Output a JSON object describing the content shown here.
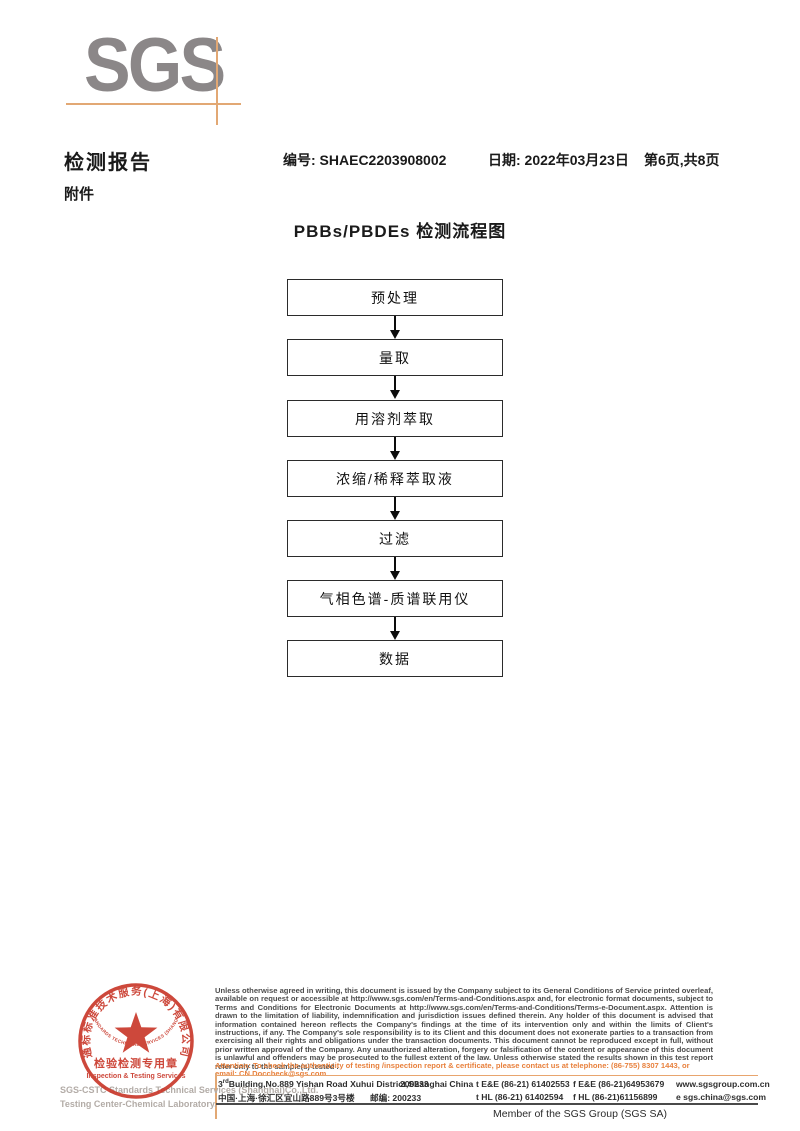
{
  "logo": {
    "text": "SGS"
  },
  "header": {
    "report_title": "检测报告",
    "report_no": "编号: SHAEC2203908002",
    "report_date": "日期: 2022年03月23日",
    "page_info": "第6页,共8页",
    "attachment": "附件"
  },
  "flowchart": {
    "title": "PBBs/PBDEs 检测流程图",
    "steps": [
      "预处理",
      "量取",
      "用溶剂萃取",
      "浓缩/稀释萃取液",
      "过滤",
      "气相色谱-质谱联用仪",
      "数据"
    ]
  },
  "footer": {
    "disclaimer": "Unless otherwise agreed in writing, this document is issued by the Company subject to its General Conditions of Service printed overleaf, available on request or accessible at http://www.sgs.com/en/Terms-and-Conditions.aspx and, for electronic format documents, subject to Terms and Conditions for Electronic Documents at http://www.sgs.com/en/Terms-and-Conditions/Terms-e-Document.aspx. Attention is drawn to the limitation of liability, indemnification and jurisdiction issues defined therein. Any holder of this document is advised that information contained hereon reflects the Company's findings at the time of its intervention only and within the limits of Client's instructions, if any. The Company's sole responsibility is to its Client and this document does not exonerate parties to a transaction from exercising all their rights and obligations under the transaction documents. This document cannot be reproduced except in full, without prior written approval of the Company. Any unauthorized alteration, forgery or falsification of the content or appearance of this document is unlawful and offenders may be prosecuted to the fullest extent of the law. Unless otherwise stated the results shown in this test report refer only to the sample(s) tested .",
    "attention": "Attention: To check the authenticity of testing /inspection report & certificate, please contact us at telephone: (86-755) 8307 1443, or email: CN.Doccheck@sgs.com",
    "address_en_num": "3",
    "address_en_sup": "rd",
    "address_en_rest": "Building,No.889 Yishan Road Xuhui District,Shanghai China",
    "address_en_zip": "200233",
    "address_cn": "中国·上海·徐汇区宜山路889号3号楼",
    "address_cn_zip": "邮编: 200233",
    "tel_ee": "t E&E (86-21) 61402553",
    "fax_ee": "f E&E (86-21)64953679",
    "tel_hl": "t HL (86-21) 61402594",
    "fax_hl": "f HL (86-21)61156899",
    "website": "www.sgsgroup.com.cn",
    "email": "e  sgs.china@sgs.com",
    "company_gray_line1": "SGS-CSTC Standards Technical Services (Shanghai)Co.,Ltd.",
    "company_gray_line2": "Testing Center-Chemical Laboratory.",
    "member_line": "Member of the SGS Group (SGS SA)"
  },
  "stamp": {
    "ring_text_top": "通标标准技术服务(上海)有限公司",
    "ring_text_bottom": "SGS-CSTC STANDARDS TECHNICAL SERVICES (SHANGHAI) CO.,LTD.",
    "line1": "检验检测专用章",
    "line2": "Inspection & Testing Services"
  },
  "colors": {
    "accent_orange": "#e8813d",
    "rule_orange": "#e2a874",
    "stamp_red": "#c9392b",
    "logo_gray": "#8b8788"
  }
}
